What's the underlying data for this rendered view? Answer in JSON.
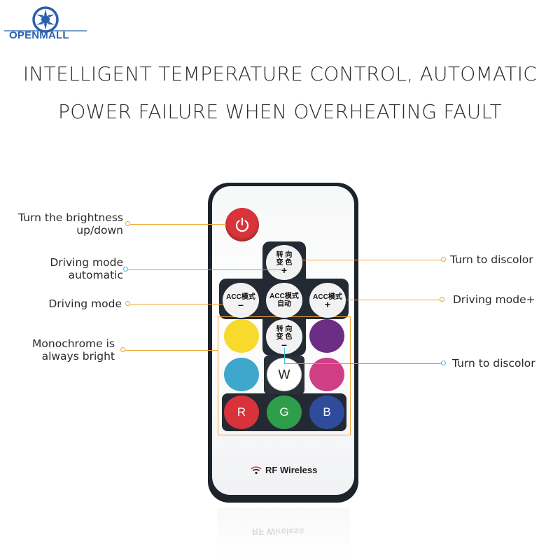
{
  "brand": {
    "name": "OPENMALL"
  },
  "headline": {
    "line1": "INTELLIGENT TEMPERATURE CONTROL, AUTOMATIC",
    "line2": "POWER FAILURE WHEN OVERHEATING FAULT"
  },
  "remote": {
    "buttons": {
      "swap_top": {
        "line1": "转 向",
        "line2": "变 色",
        "sign": "+"
      },
      "acc_minus": {
        "line1": "ACC模式",
        "sign": "–"
      },
      "acc_auto": {
        "line1": "ACC模式",
        "line2": "自动"
      },
      "acc_plus": {
        "line1": "ACC模式",
        "sign": "+"
      },
      "swap_bottom": {
        "line1": "转 向",
        "line2": "变 色",
        "sign": "–"
      },
      "white": "W",
      "red": "R",
      "green": "G",
      "blue": "B"
    },
    "colors": {
      "power": "#d8343a",
      "yellow": "#f7da2c",
      "purple": "#6c2d84",
      "cyan": "#3fa6cc",
      "magenta": "#cf3f86",
      "white": "#ffffff",
      "red": "#d8323a",
      "green": "#2e9e4b",
      "blue": "#2f4c9c"
    },
    "rf_label": "RF Wireless",
    "rf_icon": "wifi-icon"
  },
  "callouts": {
    "brightness": {
      "line1": "Turn the brightness",
      "line2": "up/down"
    },
    "driving_auto": {
      "line1": "Driving mode",
      "line2": "automatic"
    },
    "driving_mode": "Driving mode",
    "mono": {
      "line1": "Monochrome is",
      "line2": "always bright"
    },
    "discolor_top": "Turn to discolor",
    "driving_plus": "Driving mode+",
    "discolor_bottom": "Turn to discolor"
  },
  "accents": {
    "orange": "#f0a432",
    "cyan": "#3bc6d8"
  }
}
